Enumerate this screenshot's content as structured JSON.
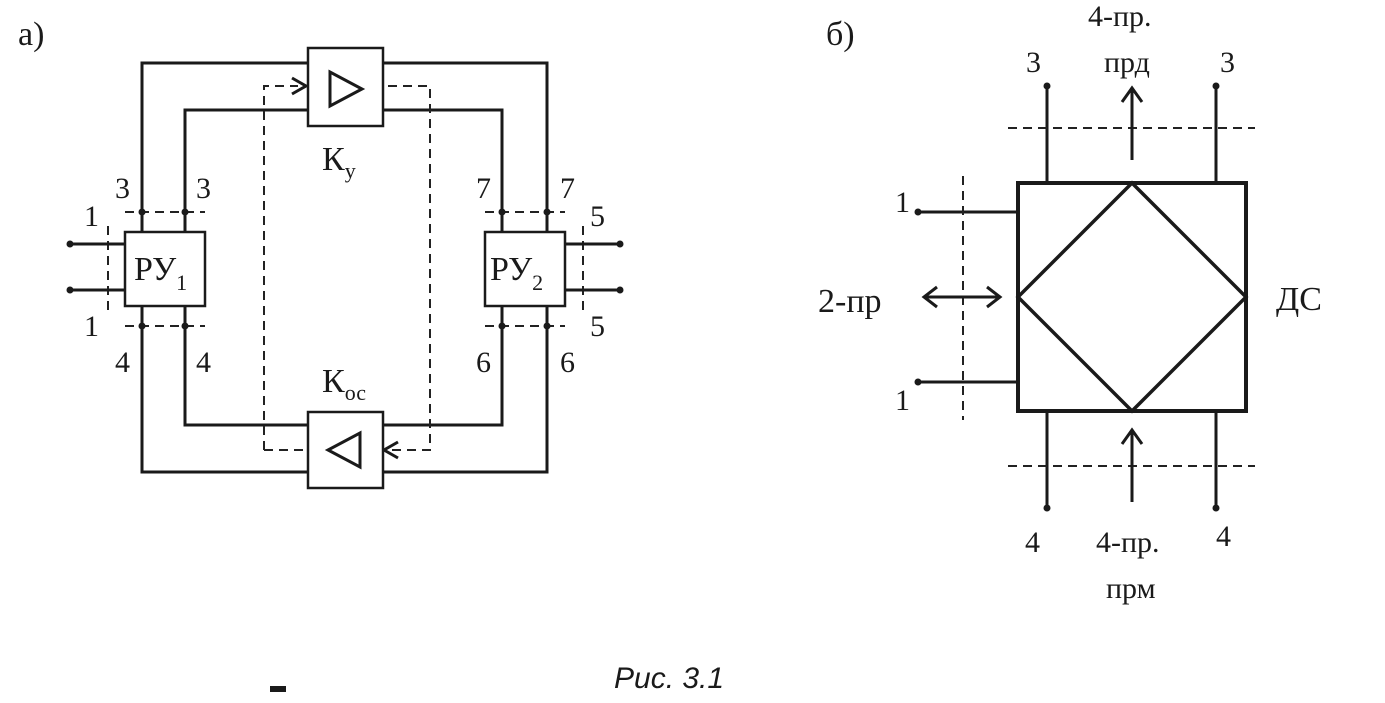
{
  "diagram_a": {
    "panel_label": "а)",
    "ru1": {
      "main": "РУ",
      "sub": "1"
    },
    "ru2": {
      "main": "РУ",
      "sub": "2"
    },
    "amp_forward": {
      "main": "К",
      "sub": "у"
    },
    "amp_feedback": {
      "main": "К",
      "sub": "ос"
    },
    "terminals": {
      "t1_top": "1",
      "t1_bottom": "1",
      "t3_left": "3",
      "t3_right": "3",
      "t4_left": "4",
      "t4_right": "4",
      "t7_left": "7",
      "t7_right": "7",
      "t6_left": "6",
      "t6_right": "6",
      "t5_top": "5",
      "t5_bottom": "5"
    }
  },
  "diagram_b": {
    "panel_label": "б)",
    "ds_label": "ДС",
    "two_wire_label": "2-пр",
    "tx_label_line1": "4-пр.",
    "tx_label_line2": "прд",
    "rx_label_line1": "4-пр.",
    "rx_label_line2": "прм",
    "terminals": {
      "t1_top": "1",
      "t1_bottom": "1",
      "t3_left": "3",
      "t3_right": "3",
      "t4_left": "4",
      "t4_right": "4"
    }
  },
  "caption": "Рис. 3.1"
}
